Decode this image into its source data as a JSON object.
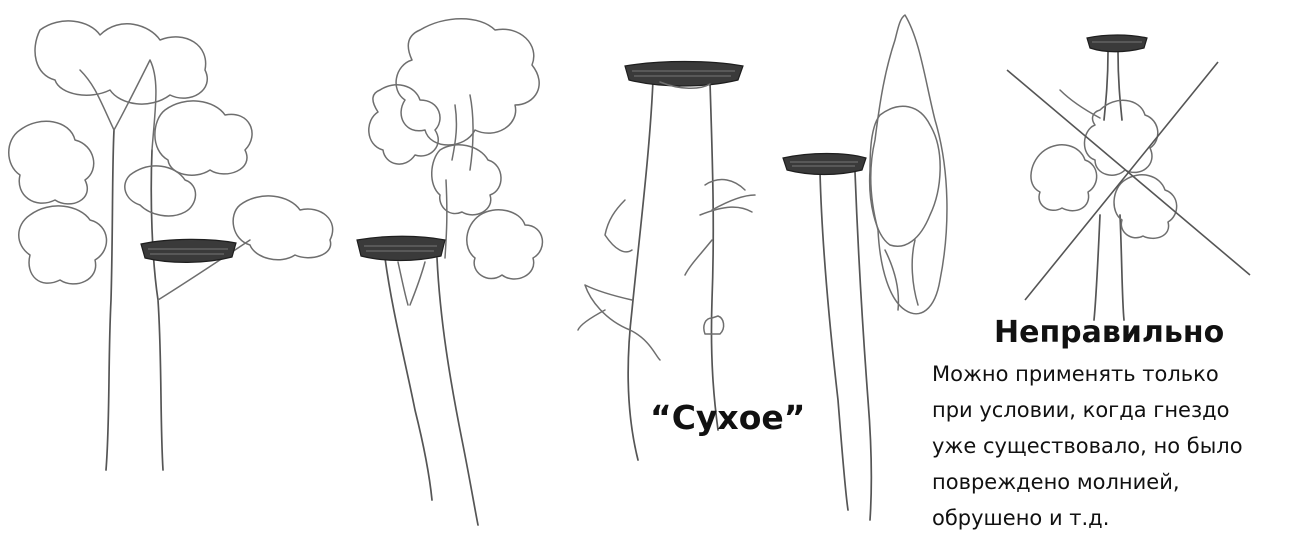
{
  "labels": {
    "dry": "“Сухое”",
    "wrong": "Неправильно"
  },
  "note": {
    "lines": [
      "Можно применять только",
      "при условии, когда гнездо",
      "уже существовало, но было",
      "повреждено молнией,",
      "обрушено и т.д."
    ]
  }
}
